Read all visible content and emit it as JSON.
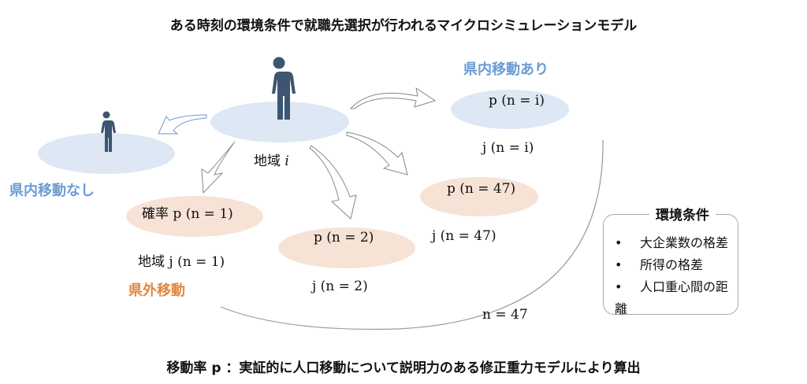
{
  "title": "ある時刻の環境条件で就職先選択が行われるマイクロシミュレーションモデル",
  "labels": {
    "within_no_move": "県内移動なし",
    "within_move": "県内移動あり",
    "outside_move": "県外移動",
    "region_i_prefix": "地域",
    "region_i_var": "i",
    "prob_prefix": "確率",
    "region_j_prefix": "地域"
  },
  "nodes": {
    "p_i": "p (n = i)",
    "j_i": "j (n = i)",
    "p_47": "p (n = 47)",
    "j_47": "j (n = 47)",
    "p_1": "p (n = 1)",
    "j_1": "j (n = 1)",
    "p_2": "p (n = 2)",
    "j_2": "j (n = 2)",
    "n_total": "n = 47"
  },
  "conditions": {
    "title": "環境条件",
    "items": [
      "大企業数の格差",
      "所得の格差",
      "人口重心間の距離"
    ]
  },
  "footer": "移動率 p ：実証的に人口移動について説明力のある修正重力モデルにより算出",
  "colors": {
    "blue_label": "#6a9bd4",
    "orange_label": "#e0873f",
    "person": "#3d5570",
    "blue_fill": "#dde8f4",
    "orange_fill": "#f6e3d6"
  }
}
